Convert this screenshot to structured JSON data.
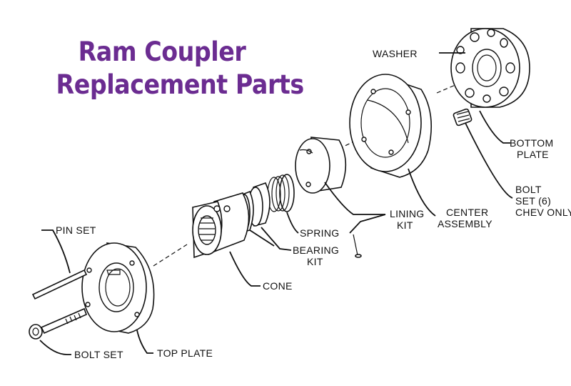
{
  "title": {
    "line1": "Ram Coupler",
    "line2": "Replacement Parts"
  },
  "colors": {
    "title": "#6b2c91",
    "lines": "#111111"
  },
  "labels": {
    "washer": "WASHER",
    "bottom_plate": [
      "BOTTOM",
      "PLATE"
    ],
    "bolt_set_chev": [
      "BOLT",
      "SET (6)",
      "CHEV ONLY"
    ],
    "center_assembly": [
      "CENTER",
      "ASSEMBLY"
    ],
    "lining_kit": [
      "LINING",
      "KIT"
    ],
    "spring": "SPRING",
    "bearing_kit": [
      "BEARING",
      "KIT"
    ],
    "cone": "CONE",
    "pin_set": "PIN SET",
    "bolt_set": "BOLT SET",
    "top_plate": "TOP PLATE"
  }
}
